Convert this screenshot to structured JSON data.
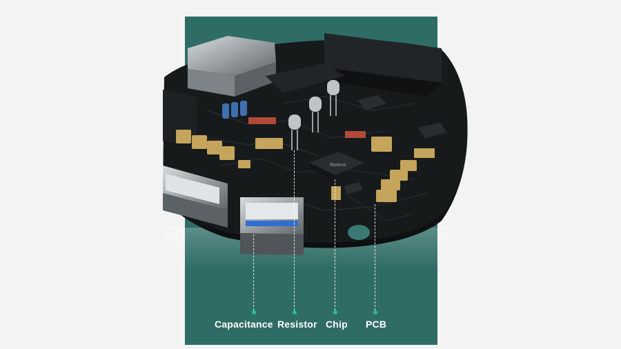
{
  "image": {
    "panel_color": "#2f6c66",
    "background_color": "#f3f3f3",
    "board_color": "#151819",
    "accent_dot_color": "#25c08a"
  },
  "chip": {
    "brand_text": "Baseus"
  },
  "callouts": [
    {
      "label": "Capacitance"
    },
    {
      "label": "Resistor"
    },
    {
      "label": "Chip"
    },
    {
      "label": "PCB"
    }
  ]
}
